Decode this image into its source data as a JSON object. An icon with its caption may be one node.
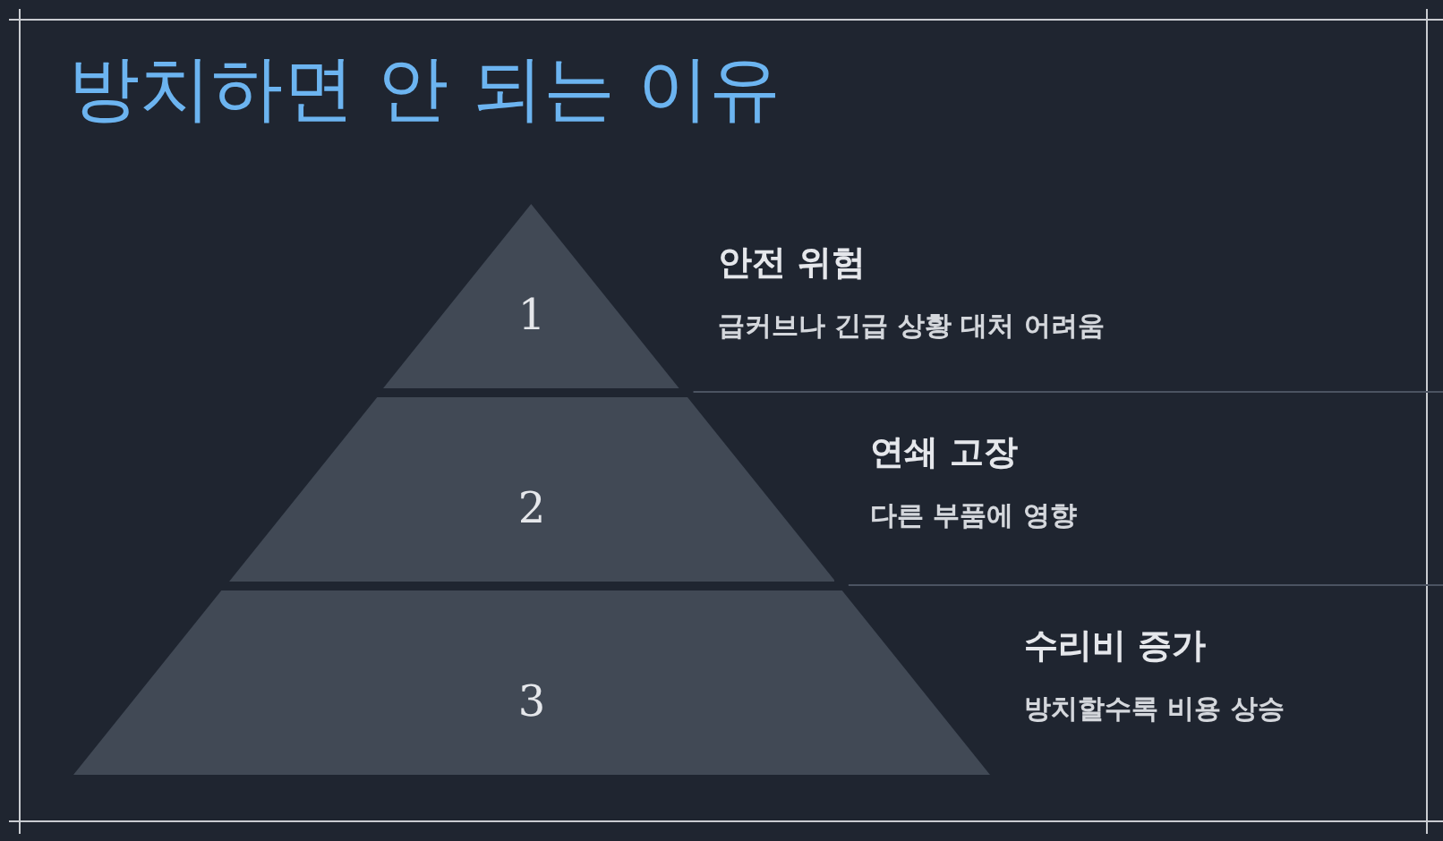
{
  "diagram": {
    "title": "방치하면 안 되는 이유",
    "nodes": [
      {
        "text": [
          "1"
        ],
        "beside": [
          "안전 위험",
          "급커브나 긴급 상황 대처 어려움"
        ]
      },
      {
        "text": [
          "2"
        ],
        "beside": [
          "연쇄 고장",
          "다른 부품에 영향"
        ]
      },
      {
        "text": [
          "3"
        ],
        "beside": [
          "수리비 증가",
          "방치할수록 비용 상승"
        ]
      }
    ]
  }
}
